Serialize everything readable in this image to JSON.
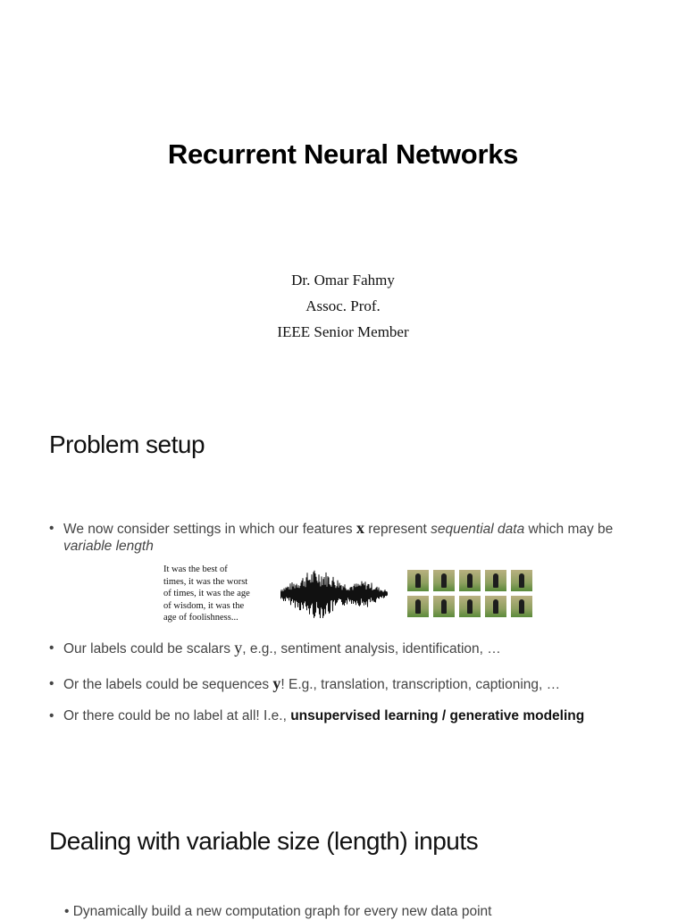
{
  "slide1": {
    "title": "Recurrent Neural Networks",
    "author_lines": [
      "Dr. Omar Fahmy",
      "Assoc. Prof.",
      "IEEE Senior Member"
    ]
  },
  "slide2": {
    "title": "Problem setup",
    "bullet_glyph": "•",
    "b1": {
      "pre": "We now consider settings in which our features ",
      "var": "x",
      "mid": " represent ",
      "em1": "sequential data",
      "mid2": " which may be ",
      "em2": "variable length"
    },
    "quote_lines": [
      "It was the best of",
      "times, it was the worst",
      "of times, it was the age",
      "of wisdom, it was the",
      "age of foolishness..."
    ],
    "b2": {
      "pre": "Our labels could be scalars ",
      "var": "y",
      "post": ", e.g., sentiment analysis, identification, …"
    },
    "b3": {
      "pre": "Or the labels could be sequences ",
      "var": "y",
      "post": "! E.g., translation, transcription, captioning, …"
    },
    "b4": {
      "pre": "Or there could be no label at all! I.e., ",
      "strong": "unsupervised learning / generative modeling"
    }
  },
  "slide3": {
    "title": "Dealing with variable size (length) inputs",
    "partial_text": "• Dynamically build a new computation graph for every new data point"
  },
  "colors": {
    "background": "#ffffff",
    "title_text": "#000000",
    "body_text": "#444444"
  }
}
